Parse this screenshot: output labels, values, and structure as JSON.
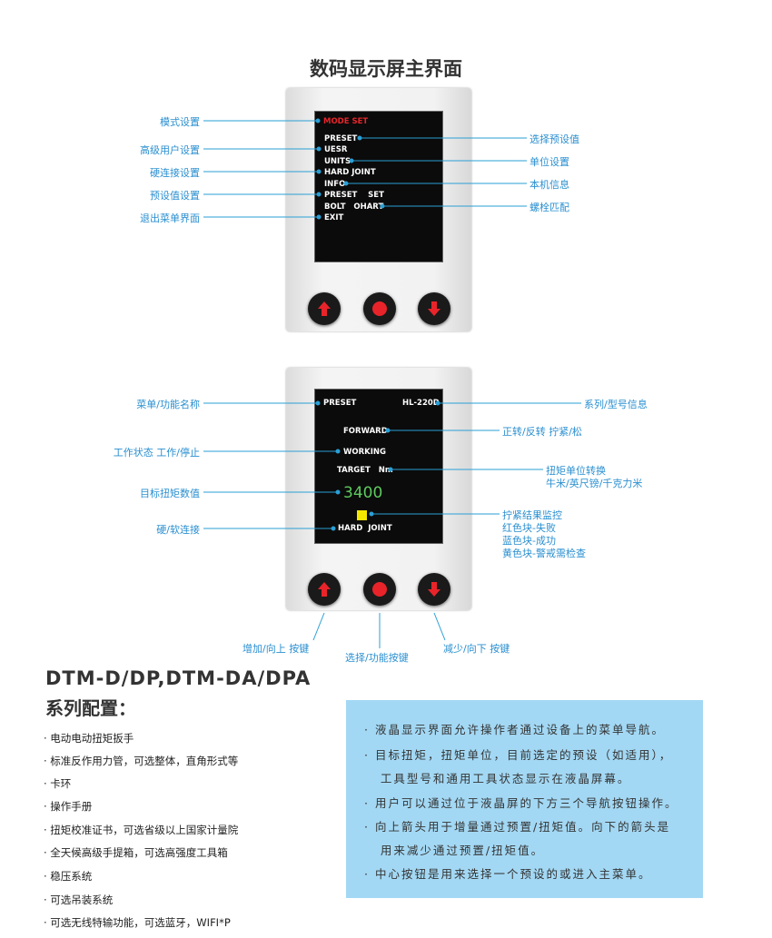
{
  "title": "数码显示屏主界面",
  "device1": {
    "screen": [
      "MODE   SET",
      "PRESET",
      "UESR",
      "UNITS",
      "HARD JOINT",
      "INFO",
      "PRESET    SET",
      "BOLT   OHART",
      "EXIT"
    ],
    "left_labels": [
      "模式设置",
      "高级用户设置",
      "硬连接设置",
      "预设值设置",
      "退出菜单界面"
    ],
    "right_labels": [
      "选择预设值",
      "单位设置",
      "本机信息",
      "螺栓匹配"
    ]
  },
  "device2": {
    "screen": {
      "preset": "PRESET",
      "model": "HL-220D",
      "direction": "FORWARD",
      "status": "WORKING",
      "target": "TARGET   Nm",
      "value": "3400",
      "joint": "HARD  JOINT"
    },
    "left_labels": [
      "菜单/功能名称",
      "工作状态 工作/停止",
      "目标扭矩数值",
      "硬/软连接"
    ],
    "right_labels": [
      "系列/型号信息",
      "正转/反转 拧紧/松",
      "扭矩单位转换",
      "牛米/英尺镑/千克力米",
      "拧紧结果监控",
      "红色块-失败",
      "蓝色块-成功",
      "黄色块-警戒需检查"
    ],
    "button_labels": [
      "增加/向上 按键",
      "选择/功能按键",
      "减少/向下 按键"
    ],
    "result_color": "#f5e600"
  },
  "config": {
    "model": "DTM-D/DP,DTM-DA/DPA",
    "heading": "系列配置：",
    "items": [
      "· 电动电动扭矩扳手",
      "· 标准反作用力管，可选整体，直角形式等",
      "· 卡环",
      "· 操作手册",
      "· 扭矩校准证书，可选省级以上国家计量院",
      "· 全天候高级手提箱，可选高强度工具箱",
      "· 稳压系统",
      "· 可选吊装系统",
      "· 可选无线特输功能，可选蓝牙，WIFI*P"
    ]
  },
  "notes": [
    "· 液晶显示界面允许操作者通过设备上的菜单导航。",
    "· 目标扭矩，扭矩单位，目前选定的预设（如适用），",
    "   工具型号和通用工具状态显示在液晶屏幕。",
    "· 用户可以通过位于液晶屏的下方三个导航按钮操作。",
    "· 向上箭头用于增量通过预置/扭矩值。向下的箭头是",
    "   用来减少通过预置/扭矩值。",
    "· 中心按钮是用来选择一个预设的或进入主菜单。"
  ]
}
